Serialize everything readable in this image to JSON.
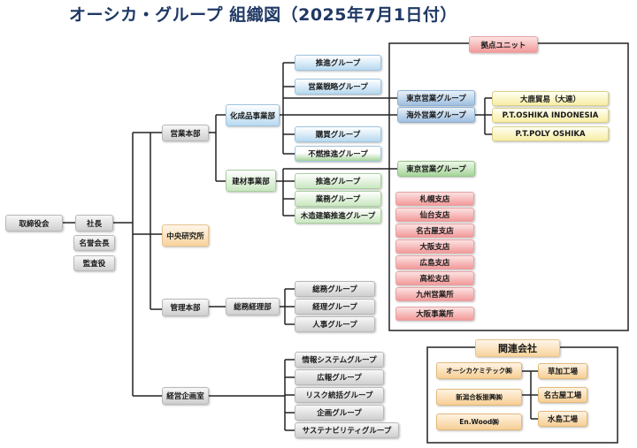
{
  "title": "オーシカ・グループ 組織図（2025年7月1日付）",
  "nodes": {
    "board": "取締役会",
    "president": "社長",
    "honorary_chairman": "名誉会長",
    "auditor": "監査役",
    "sales_hq": "営業本部",
    "research_lab": "中央研究所",
    "admin_hq": "管理本部",
    "planning_office": "経営企画室",
    "chem_div": "化成品事業部",
    "building_div": "建材事業部",
    "gen_admin_div": "総務経理部",
    "chem_groups": [
      "推進グループ",
      "営業戦略グループ",
      "購買グループ",
      "不燃推進グループ"
    ],
    "building_groups": [
      "推進グループ",
      "業務グループ",
      "木造建築推進グループ"
    ],
    "admin_groups": [
      "総務グループ",
      "経理グループ",
      "人事グループ"
    ],
    "planning_groups": [
      "情報システムグループ",
      "広報グループ",
      "リスク統括グループ",
      "企画グループ",
      "サステナビリティグループ"
    ]
  },
  "base_units": {
    "label": "拠点ユニット",
    "tokyo_sales_chem": "東京営業グループ",
    "overseas_sales": "海外営業グループ",
    "tokyo_sales_building": "東京営業グループ",
    "overseas_affiliates": [
      "大鹿貿易（大連）",
      "P.T.OSHIKA INDONESIA",
      "P.T.POLY OSHIKA"
    ],
    "branches": [
      "札幌支店",
      "仙台支店",
      "名古屋支店",
      "大阪支店",
      "広島支店",
      "高松支店",
      "九州営業所",
      "大阪事業所"
    ]
  },
  "related_companies": {
    "label": "関連会社",
    "companies": [
      "オーシカケミテック㈱",
      "新潟合板振興㈱",
      "En.Wood㈱"
    ],
    "plants": [
      "草加工場",
      "名古屋工場",
      "水島工場"
    ]
  }
}
